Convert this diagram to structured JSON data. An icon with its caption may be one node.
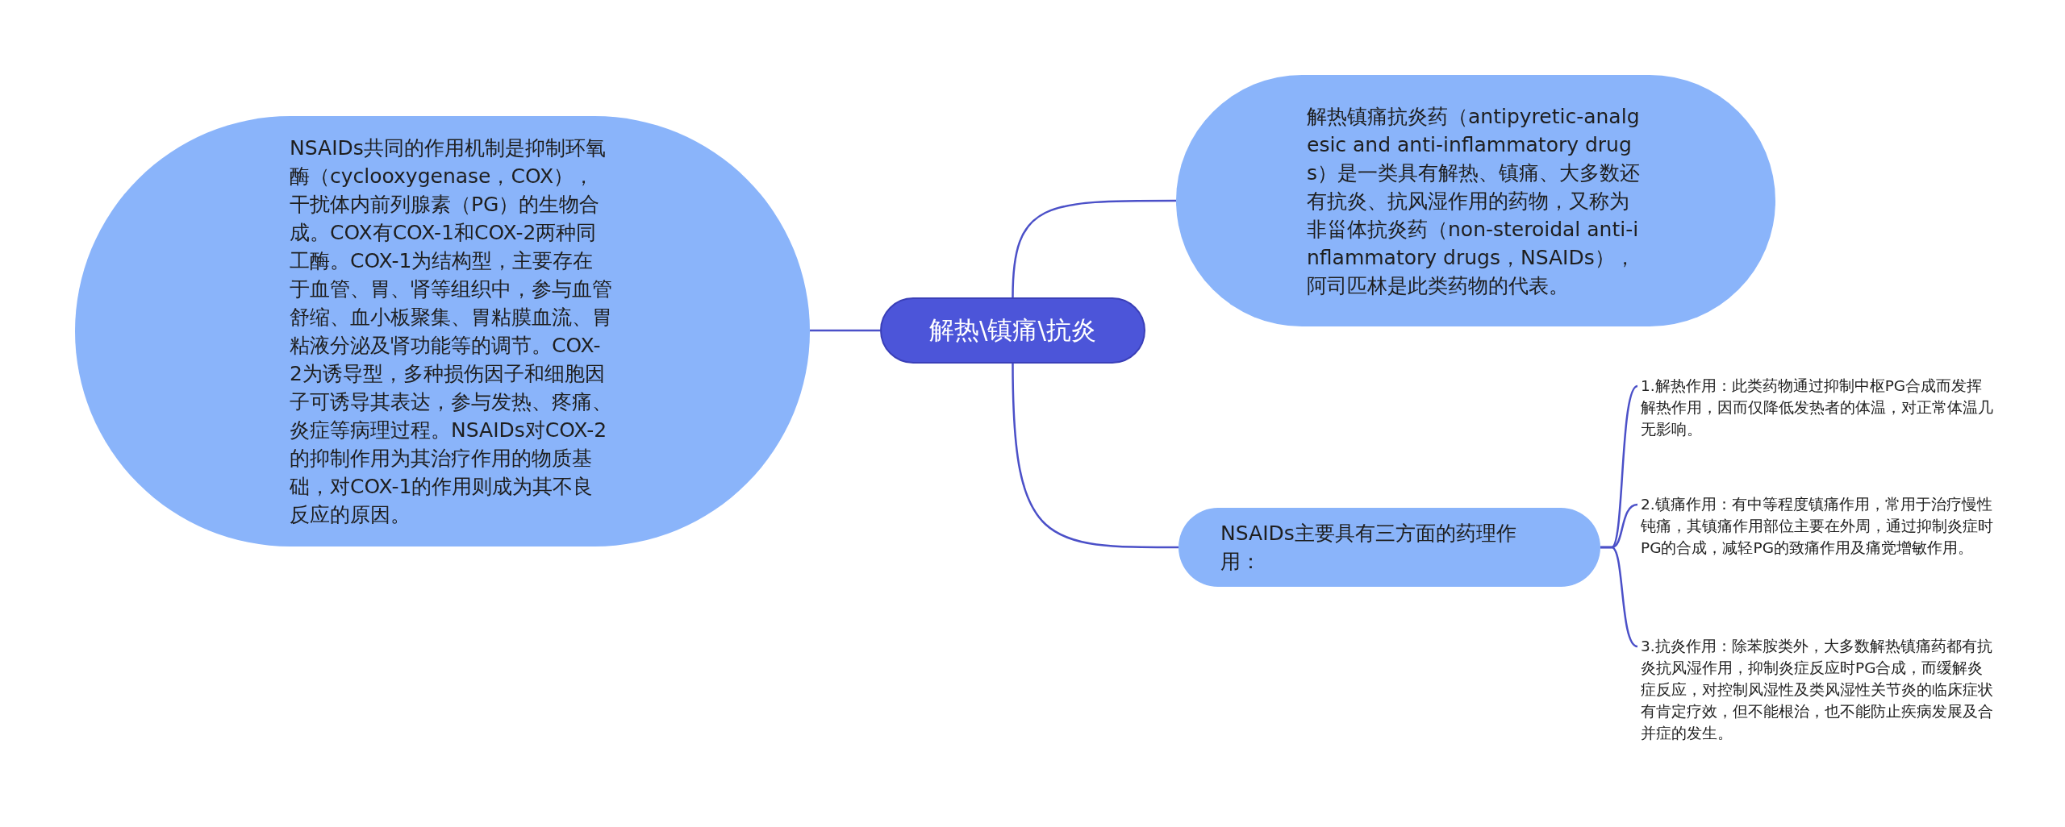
{
  "diagram": {
    "nodes": [
      {
        "text": [
          "解热\\镇痛\\抗炎"
        ]
      },
      {
        "text": [
          "NSAIDs共同的作用机制是抑制环氧酶（cyclooxygenase，COX），干扰体内前列腺素（PG）的生物合成。COX有COX-1和COX-2两种同工酶。COX-1为结构型，主要存在于血管、胃、肾等组织中，参与血管舒缩、血小板聚集、胃粘膜血流、胃粘液分泌及肾功能等的调节。COX-2为诱导型，多种损伤因子和细胞因子可诱导其表达，参与发热、疼痛、炎症等病理过程。NSAIDs对COX-2的抑制作用为其治疗作用的物质基础，对COX-1的作用则成为其不良反应的原因。"
        ]
      },
      {
        "text": [
          "解热镇痛抗炎药（antipyretic-analgesic and anti-inflammatory drugs）是一类具有解热、镇痛、大多数还有抗炎、抗风湿作用的药物，又称为非甾体抗炎药（non-steroidal anti-inflammatory drugs，NSAIDs），阿司匹林是此类药物的代表。"
        ]
      },
      {
        "text": [
          "NSAIDs主要具有三方面的药理作用："
        ]
      },
      {
        "text": [
          "1.解热作用：此类药物通过抑制中枢PG合成而发挥解热作用，因而仅降低发热者的体温，对正常体温几无影响。"
        ]
      },
      {
        "text": [
          "2.镇痛作用：有中等程度镇痛作用，常用于治疗慢性钝痛，其镇痛作用部位主要在外周，通过抑制炎症时PG的合成，减轻PG的致痛作用及痛觉增敏作用。"
        ]
      },
      {
        "text": [
          "3.抗炎作用：除苯胺类外，大多数解热镇痛药都有抗炎抗风湿作用，抑制炎症反应时PG合成，而缓解炎症反应，对控制风湿性及类风湿性关节炎的临床症状有肯定疗效，但不能根治，也不能防止疾病发展及合并症的发生。"
        ]
      }
    ],
    "edges": [
      {
        "from": 0,
        "to": 1,
        "arrow": "none"
      },
      {
        "from": 0,
        "to": 2,
        "arrow": "none"
      },
      {
        "from": 0,
        "to": 3,
        "arrow": "none"
      },
      {
        "from": 3,
        "to": 4,
        "arrow": "none"
      },
      {
        "from": 3,
        "to": 5,
        "arrow": "none"
      },
      {
        "from": 3,
        "to": 6,
        "arrow": "none"
      }
    ]
  }
}
